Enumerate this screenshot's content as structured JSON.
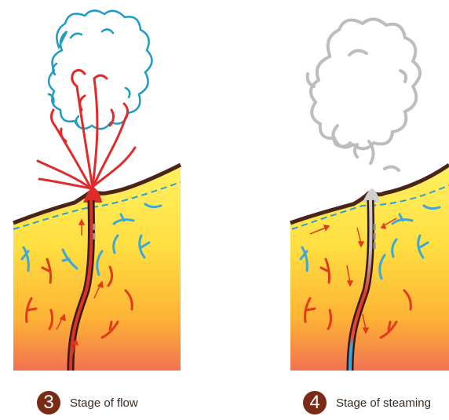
{
  "panels": [
    {
      "number": "3",
      "caption": "Stage of flow"
    },
    {
      "number": "4",
      "caption": "Stage of steaming"
    }
  ],
  "colors": {
    "ground_top": "#ffef5c",
    "ground_mid": "#fdc52f",
    "ground_bottom": "#f27450",
    "crust": "#4a2416",
    "water": "#2e9fd4",
    "fluid_red": "#e02b2b",
    "arrow_red": "#e23a1a",
    "steam": "#bdbdbd",
    "number_badge": "#7a2b16"
  }
}
